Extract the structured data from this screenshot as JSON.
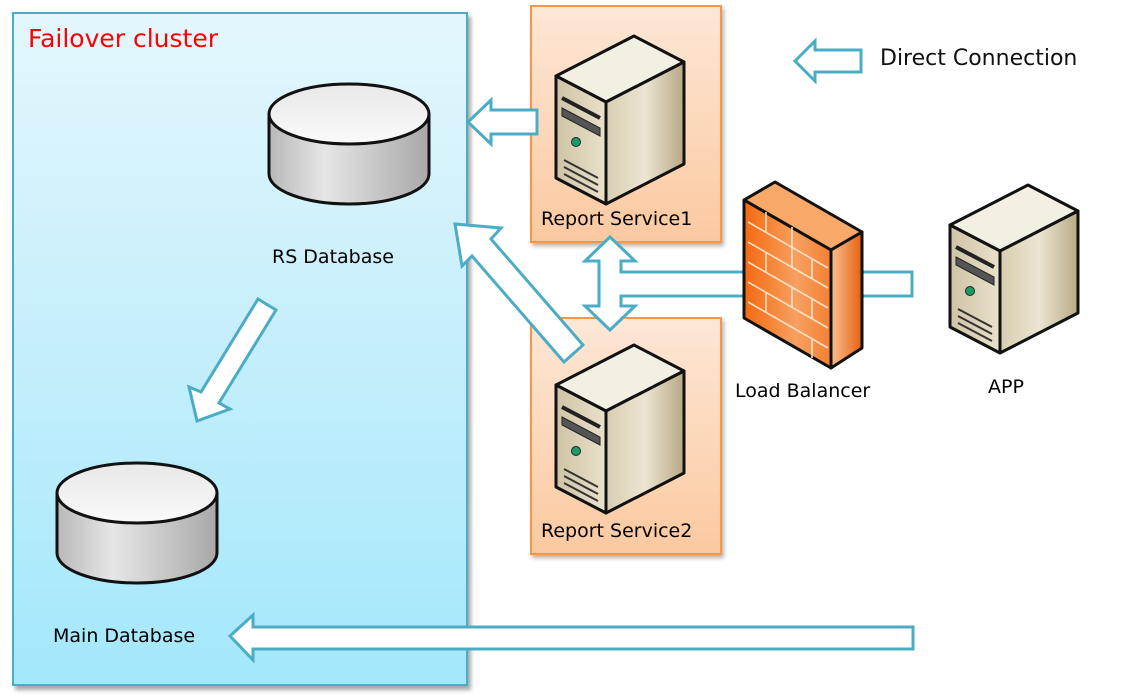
{
  "diagram": {
    "cluster": {
      "title": "Failover cluster",
      "title_color": "#ff0000",
      "fill": "#c8effb",
      "border": "#4bacc6"
    },
    "nodes": {
      "rs_database": {
        "label": "RS Database",
        "icon": "database-cylinder-icon"
      },
      "main_database": {
        "label": "Main Database",
        "icon": "database-cylinder-icon"
      },
      "report_service1": {
        "label": "Report Service1",
        "icon": "server-tower-icon"
      },
      "report_service2": {
        "label": "Report Service2",
        "icon": "server-tower-icon"
      },
      "load_balancer": {
        "label": "Load Balancer",
        "icon": "firewall-brick-wall-icon"
      },
      "app": {
        "label": "APP",
        "icon": "server-tower-icon"
      }
    },
    "legend": {
      "label": "Direct Connection",
      "icon": "hollow-arrow-left-icon"
    },
    "edges": [
      {
        "from": "Report Service1",
        "to": "RS Database"
      },
      {
        "from": "Report Service2",
        "to": "RS Database"
      },
      {
        "from": "RS Database",
        "to": "Main Database"
      },
      {
        "from": "Report Service1",
        "to": "Report Service2",
        "bidirectional": true
      },
      {
        "from": "APP",
        "to": "Load Balancer"
      },
      {
        "from": "Load Balancer",
        "to": "Report Service1 / Report Service2"
      },
      {
        "from": "APP",
        "to": "Main Database"
      }
    ],
    "colors": {
      "arrow_stroke": "#4bacc6",
      "arrow_fill": "#ffffff",
      "rs_box_border": "#f79646",
      "rs_box_fill": "#fbc9a0",
      "firewall": "#f47b20"
    }
  }
}
